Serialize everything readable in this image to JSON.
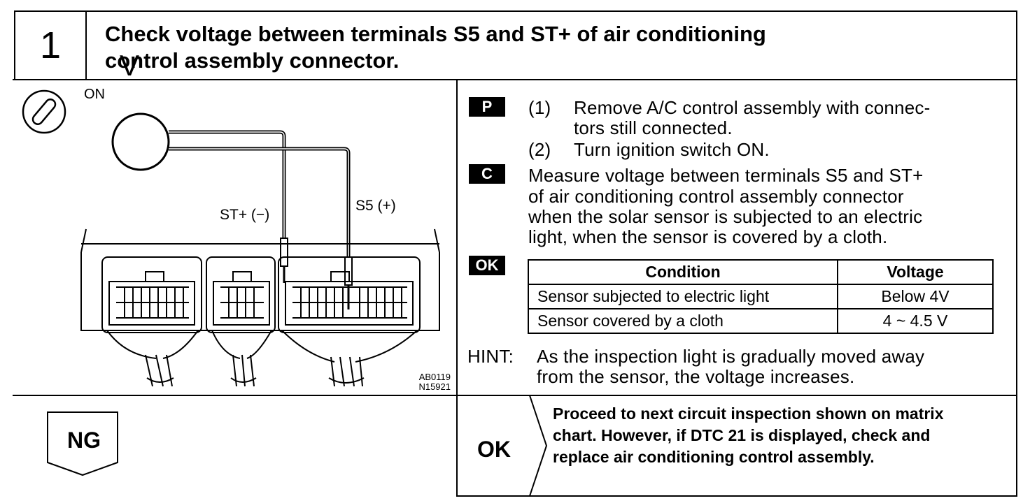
{
  "step": {
    "number": "1",
    "title_line1": "Check voltage between terminals S5 and ST+ of air conditioning",
    "title_line2": "control assembly connector."
  },
  "diagram": {
    "ignition_label": "ON",
    "meter_label": "V",
    "probe_neg_label": "ST+ (−)",
    "probe_pos_label": "S5 (+)",
    "code_line1": "AB0119",
    "code_line2": "N15921",
    "icons": [
      "ignition-key-icon",
      "voltmeter-icon",
      "connector-icon"
    ]
  },
  "procedure": {
    "badge_p": "P",
    "step1_num": "(1)",
    "step1_line1": "Remove A/C control assembly with connec-",
    "step1_line2": "tors still connected.",
    "step2_num": "(2)",
    "step2_text": "Turn ignition switch ON.",
    "badge_c": "C",
    "measure_line1": "Measure voltage between terminals S5 and ST+",
    "measure_line2": "of air conditioning control assembly connector",
    "measure_line3": "when the solar sensor is subjected to an electric",
    "measure_line4": "light, when the sensor is covered by a cloth.",
    "badge_ok": "OK"
  },
  "table": {
    "headers": [
      "Condition",
      "Voltage"
    ],
    "rows": [
      [
        "Sensor subjected to electric light",
        "Below 4V"
      ],
      [
        "Sensor covered by a cloth",
        "4 ~ 4.5 V"
      ]
    ]
  },
  "hint": {
    "label": "HINT:",
    "line1": "As the inspection light is gradually moved away",
    "line2": "from the sensor, the voltage increases."
  },
  "result": {
    "ng_label": "NG",
    "ok_label": "OK",
    "ok_line1": "Proceed to next circuit inspection shown on matrix",
    "ok_line2": "chart. However, if DTC 21 is displayed, check and",
    "ok_line3": "replace air conditioning control assembly."
  }
}
